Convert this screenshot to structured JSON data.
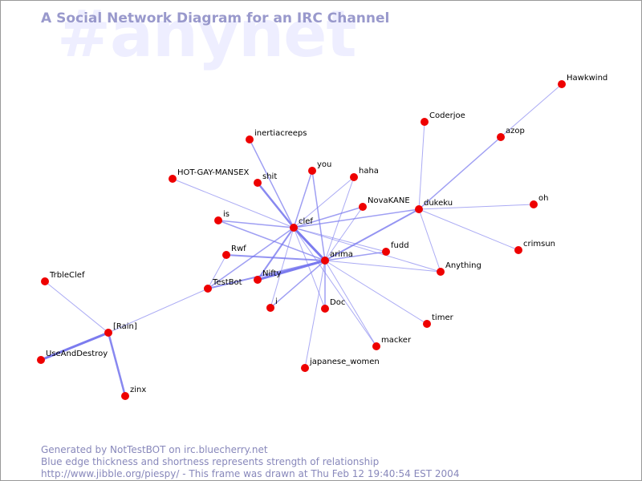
{
  "watermark": "#anynet",
  "title": "A Social Network Diagram for an IRC Channel",
  "footer": {
    "line1": "Generated by NotTestBOT on irc.bluecherry.net",
    "line2": "Blue edge thickness and shortness represents strength of relationship",
    "line3": "http://www.jibble.org/piespy/ - This frame was drawn at Thu Feb 12 19:40:54 EST 2004"
  },
  "colors": {
    "node": "#ee0000",
    "edge": "#7777ee",
    "title": "#9999cc",
    "watermark": "#eeeeff",
    "footer": "#8888bb"
  },
  "nodes": [
    {
      "id": "Hawkwind",
      "label": "Hawkwind"
    },
    {
      "id": "Coderjoe",
      "label": "Coderjoe"
    },
    {
      "id": "azop",
      "label": "azop"
    },
    {
      "id": "inertiacreeps",
      "label": "inertiacreeps"
    },
    {
      "id": "you",
      "label": "you"
    },
    {
      "id": "HOT-GAY-MANSEX",
      "label": "HOT-GAY-MANSEX"
    },
    {
      "id": "shit",
      "label": "shit"
    },
    {
      "id": "haha",
      "label": "haha"
    },
    {
      "id": "NovaKANE",
      "label": "NovaKANE"
    },
    {
      "id": "dukeku",
      "label": "dukeku"
    },
    {
      "id": "oh",
      "label": "oh"
    },
    {
      "id": "is",
      "label": "is"
    },
    {
      "id": "clef",
      "label": "clef"
    },
    {
      "id": "fudd",
      "label": "fudd"
    },
    {
      "id": "crimsun",
      "label": "crimsun"
    },
    {
      "id": "Rwf",
      "label": "Rwf"
    },
    {
      "id": "arima",
      "label": "arima"
    },
    {
      "id": "Anything",
      "label": "Anything"
    },
    {
      "id": "TrbleClef",
      "label": "TrbleClef"
    },
    {
      "id": "Nifty",
      "label": "Nifty"
    },
    {
      "id": "TestBot",
      "label": "TestBot"
    },
    {
      "id": "i",
      "label": "i"
    },
    {
      "id": "Doc",
      "label": "Doc"
    },
    {
      "id": "timer",
      "label": "timer"
    },
    {
      "id": "Rain",
      "label": "[Rain]"
    },
    {
      "id": "macker",
      "label": "macker"
    },
    {
      "id": "UseAndDestroy",
      "label": "UseAndDestroy"
    },
    {
      "id": "japanese_women",
      "label": "japanese_women"
    },
    {
      "id": "zinx",
      "label": "zinx"
    }
  ],
  "edges": [
    {
      "from": "Hawkwind",
      "to": "azop",
      "weight": 1
    },
    {
      "from": "azop",
      "to": "dukeku",
      "weight": 1.5
    },
    {
      "from": "Coderjoe",
      "to": "dukeku",
      "weight": 1
    },
    {
      "from": "dukeku",
      "to": "oh",
      "weight": 1
    },
    {
      "from": "dukeku",
      "to": "crimsun",
      "weight": 1
    },
    {
      "from": "dukeku",
      "to": "Anything",
      "weight": 1
    },
    {
      "from": "dukeku",
      "to": "clef",
      "weight": 1.5
    },
    {
      "from": "dukeku",
      "to": "arima",
      "weight": 2
    },
    {
      "from": "inertiacreeps",
      "to": "clef",
      "weight": 1.5
    },
    {
      "from": "HOT-GAY-MANSEX",
      "to": "clef",
      "weight": 1
    },
    {
      "from": "shit",
      "to": "clef",
      "weight": 2.5
    },
    {
      "from": "you",
      "to": "clef",
      "weight": 1.5
    },
    {
      "from": "you",
      "to": "arima",
      "weight": 1.5
    },
    {
      "from": "haha",
      "to": "clef",
      "weight": 1
    },
    {
      "from": "haha",
      "to": "arima",
      "weight": 1
    },
    {
      "from": "NovaKANE",
      "to": "clef",
      "weight": 1.5
    },
    {
      "from": "NovaKANE",
      "to": "arima",
      "weight": 1
    },
    {
      "from": "is",
      "to": "clef",
      "weight": 1.5
    },
    {
      "from": "is",
      "to": "arima",
      "weight": 1.5
    },
    {
      "from": "clef",
      "to": "arima",
      "weight": 3
    },
    {
      "from": "clef",
      "to": "fudd",
      "weight": 1
    },
    {
      "from": "clef",
      "to": "Nifty",
      "weight": 2
    },
    {
      "from": "clef",
      "to": "TestBot",
      "weight": 1.5
    },
    {
      "from": "clef",
      "to": "i",
      "weight": 1
    },
    {
      "from": "clef",
      "to": "Doc",
      "weight": 1
    },
    {
      "from": "clef",
      "to": "Anything",
      "weight": 1
    },
    {
      "from": "clef",
      "to": "macker",
      "weight": 1
    },
    {
      "from": "Rwf",
      "to": "arima",
      "weight": 2
    },
    {
      "from": "Rwf",
      "to": "TestBot",
      "weight": 1
    },
    {
      "from": "arima",
      "to": "fudd",
      "weight": 1.5
    },
    {
      "from": "arima",
      "to": "Anything",
      "weight": 1
    },
    {
      "from": "arima",
      "to": "Nifty",
      "weight": 3
    },
    {
      "from": "arima",
      "to": "TestBot",
      "weight": 2
    },
    {
      "from": "arima",
      "to": "i",
      "weight": 1.5
    },
    {
      "from": "arima",
      "to": "Doc",
      "weight": 1.5
    },
    {
      "from": "arima",
      "to": "timer",
      "weight": 1
    },
    {
      "from": "arima",
      "to": "macker",
      "weight": 1
    },
    {
      "from": "arima",
      "to": "japanese_women",
      "weight": 1
    },
    {
      "from": "TestBot",
      "to": "Rain",
      "weight": 1
    },
    {
      "from": "TrbleClef",
      "to": "Rain",
      "weight": 1
    },
    {
      "from": "Rain",
      "to": "UseAndDestroy",
      "weight": 3
    },
    {
      "from": "Rain",
      "to": "zinx",
      "weight": 2.5
    }
  ]
}
